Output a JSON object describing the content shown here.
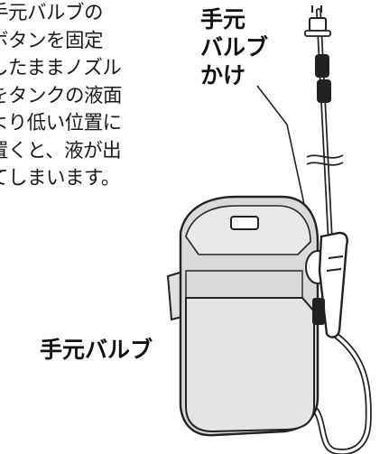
{
  "note": {
    "lines": [
      "手元バルブの",
      "ボタンを固定",
      "したままノズル",
      "をタンクの液面",
      "より低い位置に",
      "置くと、液が出",
      "てしまいます。"
    ]
  },
  "labels": {
    "hook_lines": [
      "手元",
      "バルブ",
      "かけ"
    ],
    "valve": "手元バルブ"
  },
  "colors": {
    "outline": "#222222",
    "tank_body": "#d9d9d9",
    "tank_front": "#e4e4e4",
    "text": "#111111"
  },
  "icons": [
    "sprayer-illustration"
  ]
}
